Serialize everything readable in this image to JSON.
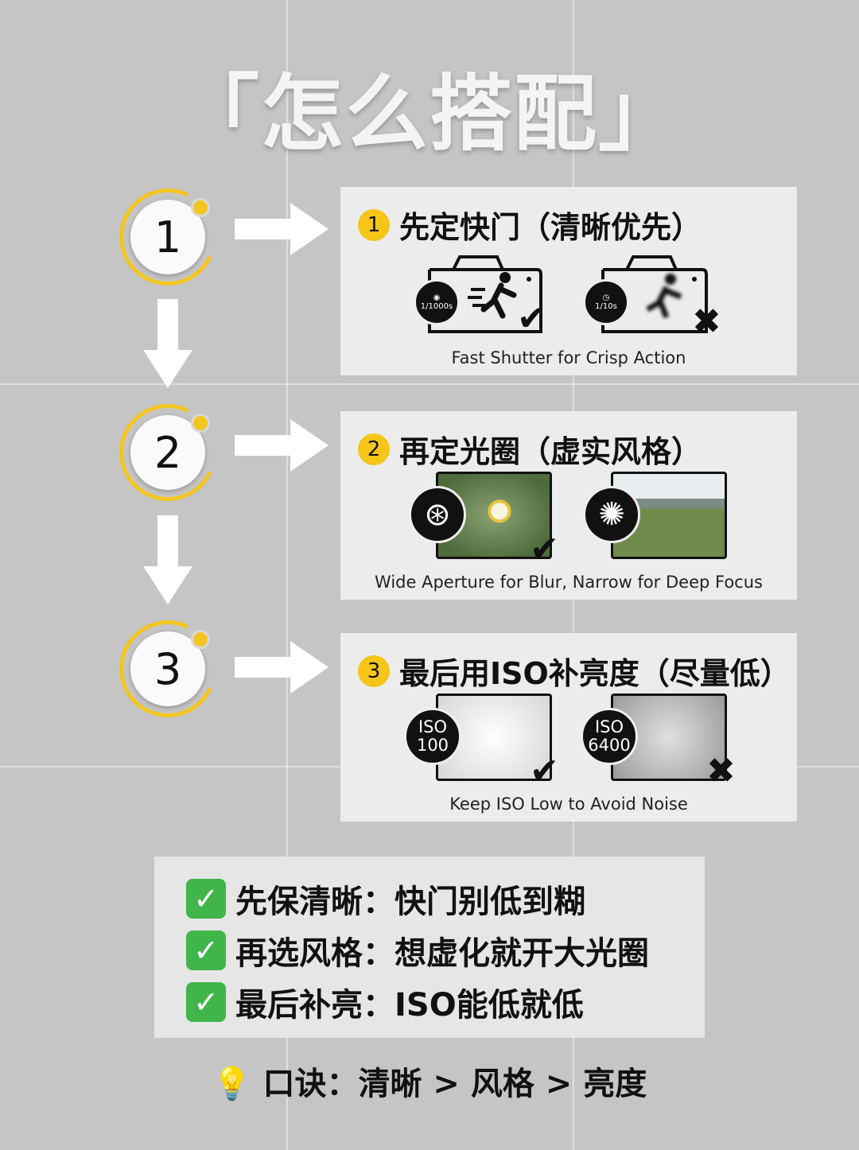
{
  "title": "「怎么搭配」",
  "steps": [
    "1",
    "2",
    "3"
  ],
  "cards": [
    {
      "num": "1",
      "heading": "先定快门（清晰优先）",
      "good_label": "1/1000s",
      "bad_label": "1/10s",
      "caption": "Fast Shutter for Crisp Action"
    },
    {
      "num": "2",
      "heading": "再定光圈（虚实风格）",
      "caption": "Wide Aperture for Blur, Narrow for Deep Focus"
    },
    {
      "num": "3",
      "heading": "最后用ISO补亮度（尽量低）",
      "good_label": [
        "ISO",
        "100"
      ],
      "bad_label": [
        "ISO",
        "6400"
      ],
      "caption": "Keep ISO Low to Avoid Noise"
    }
  ],
  "summary": [
    "先保清晰：快门别低到糊",
    "再选风格：想虚化就开大光圈",
    "最后补亮：ISO能低就低"
  ],
  "tip": {
    "icon": "lightbulb-icon",
    "text": "口诀：清晰 > 风格 > 亮度"
  },
  "colors": {
    "accent": "#f3c521",
    "check": "#3fb54a",
    "background": "#c5c5c5"
  }
}
